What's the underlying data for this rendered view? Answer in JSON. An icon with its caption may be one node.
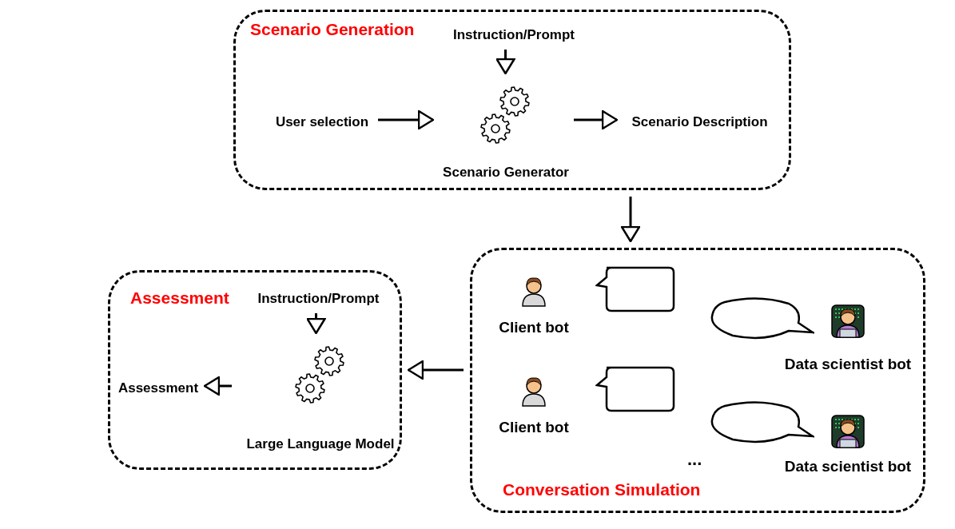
{
  "diagram": {
    "nodes": [
      {
        "text": [
          "Scenario Generation"
        ]
      },
      {
        "text": [
          "Instruction/Prompt"
        ],
        "in": 0
      },
      {
        "text": [
          "User selection"
        ],
        "in": 0
      },
      {
        "text": [
          "Scenario Generator"
        ],
        "in": 0
      },
      {
        "text": [
          "Scenario Description"
        ],
        "in": 0
      },
      {
        "text": [
          "Conversation Simulation"
        ]
      },
      {
        "text": [
          "Client bot"
        ],
        "in": 5
      },
      {
        "text": [
          "Data scientist bot"
        ],
        "in": 5
      },
      {
        "text": [
          "Client bot"
        ],
        "in": 5
      },
      {
        "text": [
          "Data scientist bot"
        ],
        "in": 5
      },
      {
        "text": [
          "Assessment"
        ]
      },
      {
        "text": [
          "Instruction/Prompt"
        ],
        "in": 10
      },
      {
        "text": [
          "Large Language Model"
        ],
        "in": 10
      },
      {
        "text": [
          "Assessment"
        ],
        "in": 10
      }
    ],
    "edges": [
      {
        "from": 1,
        "to": 3,
        "arrow": "to"
      },
      {
        "from": 2,
        "to": 3,
        "arrow": "to"
      },
      {
        "from": 3,
        "to": 4,
        "arrow": "to"
      },
      {
        "from": 0,
        "to": 5,
        "arrow": "to"
      },
      {
        "from": 5,
        "to": 10,
        "arrow": "to"
      },
      {
        "from": 11,
        "to": 12,
        "arrow": "to"
      },
      {
        "from": 12,
        "to": 13,
        "arrow": "to"
      }
    ],
    "labels": [
      "..."
    ]
  }
}
